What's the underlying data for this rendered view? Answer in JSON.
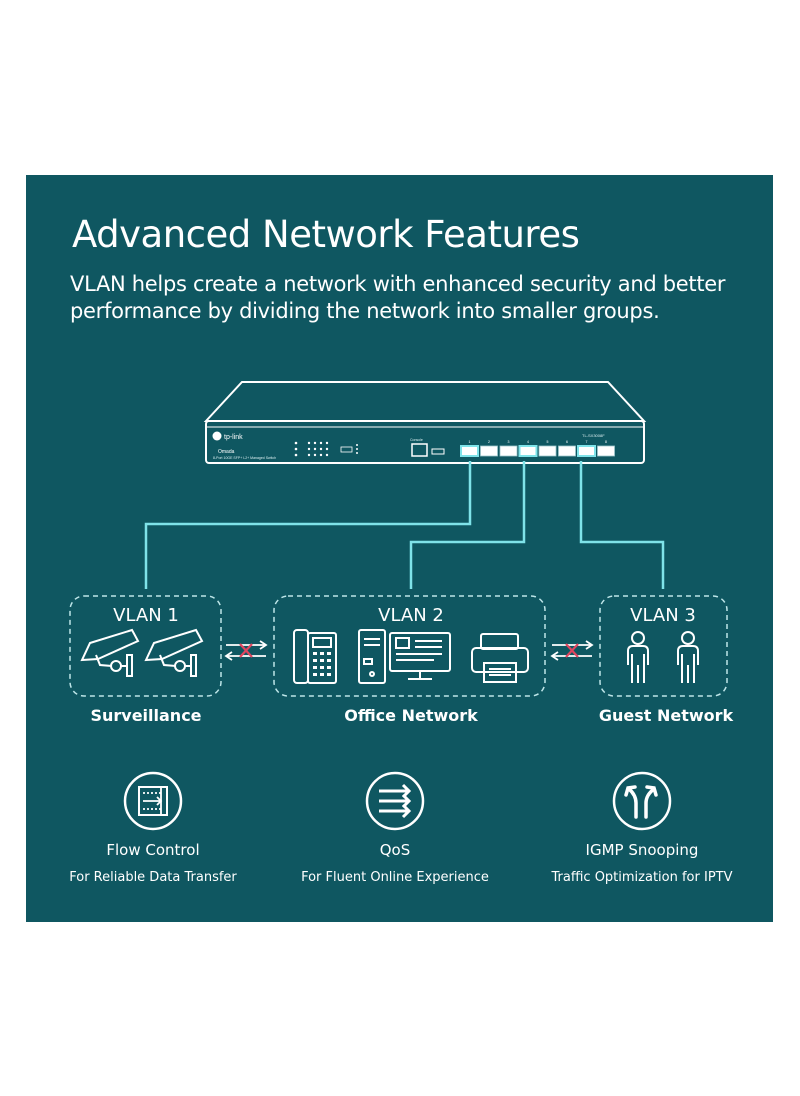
{
  "header": {
    "title": "Advanced Network Features",
    "subtitle": "VLAN helps create a network with enhanced security and better performance by dividing the network into smaller groups."
  },
  "device": {
    "brand": "tp-link",
    "model": "TL-SX3008F",
    "series": "Omada",
    "description": "8-Port 10GE SFP+ L2+ Managed Switch",
    "console_label": "Console",
    "port_numbers": [
      "1",
      "2",
      "3",
      "4",
      "5",
      "6",
      "7",
      "8"
    ]
  },
  "vlans": [
    {
      "name": "VLAN 1",
      "network": "Surveillance",
      "devices": [
        "camera-icon",
        "camera-icon"
      ]
    },
    {
      "name": "VLAN 2",
      "network": "Office Network",
      "devices": [
        "ip-phone-icon",
        "pc-tower-icon",
        "monitor-icon",
        "printer-icon"
      ]
    },
    {
      "name": "VLAN 3",
      "network": "Guest Network",
      "devices": [
        "person-icon",
        "person-icon"
      ]
    }
  ],
  "features": [
    {
      "name": "Flow Control",
      "description": "For Reliable Data Transfer",
      "icon": "flow-control-icon"
    },
    {
      "name": "QoS",
      "description": "For Fluent Online Experience",
      "icon": "qos-icon"
    },
    {
      "name": "IGMP Snooping",
      "description": "Traffic Optimization for IPTV",
      "icon": "igmp-snooping-icon"
    }
  ],
  "colors": {
    "background": "#0f5761",
    "page": "#ffffff",
    "line": "#7fe3e9",
    "block": "#e0455f",
    "text": "#ffffff"
  }
}
